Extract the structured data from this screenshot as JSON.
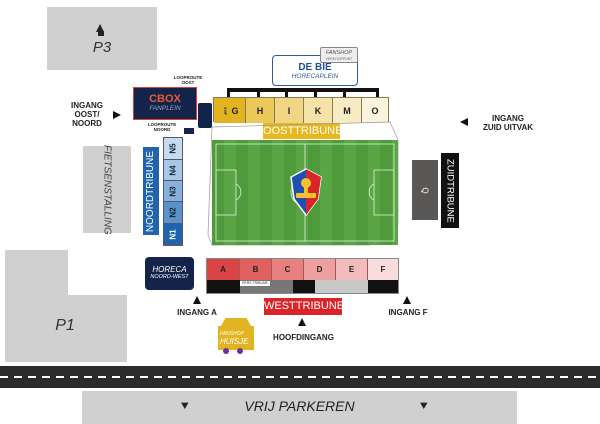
{
  "parking": {
    "p3": "P3",
    "p1": "P1",
    "vrij": "VRIJ PARKEREN"
  },
  "bike": "FIETSENSTALLING",
  "cbox": {
    "title": "CBOX",
    "sub": "FANPLEIN"
  },
  "debie": {
    "title": "DE BIE",
    "sub": "HORECAPLEIN",
    "tag1": "FANSHOP",
    "tag2": "VERKOOPPUNT"
  },
  "looproute": {
    "oost1": "LOOPROUTE",
    "oost2": "OOST",
    "noord1": "LOOPROUTE",
    "noord2": "NOORD"
  },
  "entrances": {
    "oost_noord1": "INGANG",
    "oost_noord2": "OOST/",
    "oost_noord3": "NOORD",
    "zuid1": "INGANG",
    "zuid2": "ZUID UITVAK",
    "a": "INGANG A",
    "f": "INGANG F",
    "hoofd": "HOOFDINGANG"
  },
  "east": {
    "name": "OOSTTRIBUNE",
    "vvip": "VVIP",
    "sections": [
      "G",
      "H",
      "I",
      "K",
      "M",
      "O"
    ],
    "colors": [
      "#e3b422",
      "#ecc85a",
      "#f0d684",
      "#f4e2a8",
      "#f7ebc4",
      "#faf3de"
    ]
  },
  "west": {
    "name": "WESTTRIBUNE",
    "sections": [
      "A",
      "B",
      "C",
      "D",
      "E",
      "F"
    ],
    "colors": [
      "#d94545",
      "#e06060",
      "#e88080",
      "#eea0a0",
      "#f3bcbc",
      "#f8dcdc"
    ],
    "pers": "PERS TRIBUNE"
  },
  "north": {
    "name": "NOORDTRIBUNE",
    "sections": [
      "N5",
      "N4",
      "N3",
      "N2",
      "N1"
    ],
    "colors": [
      "#c7daee",
      "#a9c7e6",
      "#87b1dc",
      "#5a92c9",
      "#1f64ad"
    ]
  },
  "south": {
    "name": "ZUIDTRIBUNE",
    "block": "Q"
  },
  "horeca": {
    "title": "HORECA",
    "sub": "NOORD-WEST"
  },
  "fanshop_huisje": {
    "l1": "FANSHOP",
    "l2": "HUISJE"
  },
  "colors": {
    "navy": "#14234a",
    "pitch": "#4f9a3a",
    "east_label": "#e8b820",
    "west_label": "#d9252a",
    "north_label": "#1f64ad"
  },
  "icons": [
    "arrow-up-icon",
    "arrow-left-icon",
    "arrow-right-icon",
    "chevron-down-icon",
    "club-crest-icon"
  ]
}
